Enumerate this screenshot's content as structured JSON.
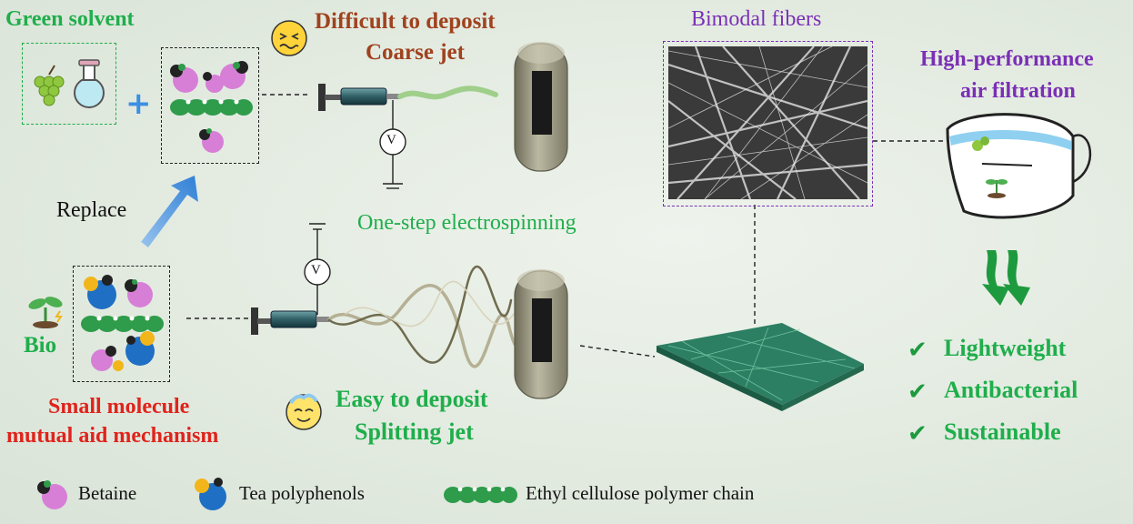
{
  "top": {
    "green_solvent": "Green solvent",
    "difficult_line1": "Difficult to deposit",
    "difficult_line2": "Coarse jet",
    "replace": "Replace"
  },
  "middle": {
    "one_step": "One-step electrospinning",
    "bimodal": "Bimodal fibers",
    "volt_symbol": "V"
  },
  "bottom": {
    "bio": "Bio",
    "mechanism_line1": "Small molecule",
    "mechanism_line2": "mutual aid mechanism",
    "easy_line1": "Easy to deposit",
    "easy_line2": "Splitting jet"
  },
  "right": {
    "title_line1": "High-performance",
    "title_line2": "air filtration",
    "features": [
      "Lightweight",
      "Antibacterial",
      "Sustainable"
    ]
  },
  "legend": {
    "betaine": "Betaine",
    "tea": "Tea polyphenols",
    "ethyl": "Ethyl cellulose polymer chain"
  },
  "colors": {
    "green_text": "#1fae4b",
    "brown_text": "#a0421e",
    "red_text": "#e0231c",
    "purple_text": "#7b2fb5",
    "betaine_pink": "#d77fd6",
    "tea_blue": "#1f6fc4",
    "tea_yellow": "#f2b51a",
    "chain_green": "#2e9c4a"
  },
  "icons": [
    "grape-icon",
    "flask-icon",
    "plus-icon",
    "sad-face-icon",
    "happy-face-icon",
    "syringe-icon",
    "voltmeter-icon",
    "collector-icon",
    "sprout-icon",
    "mask-icon",
    "down-arrows-icon",
    "check-icon"
  ]
}
